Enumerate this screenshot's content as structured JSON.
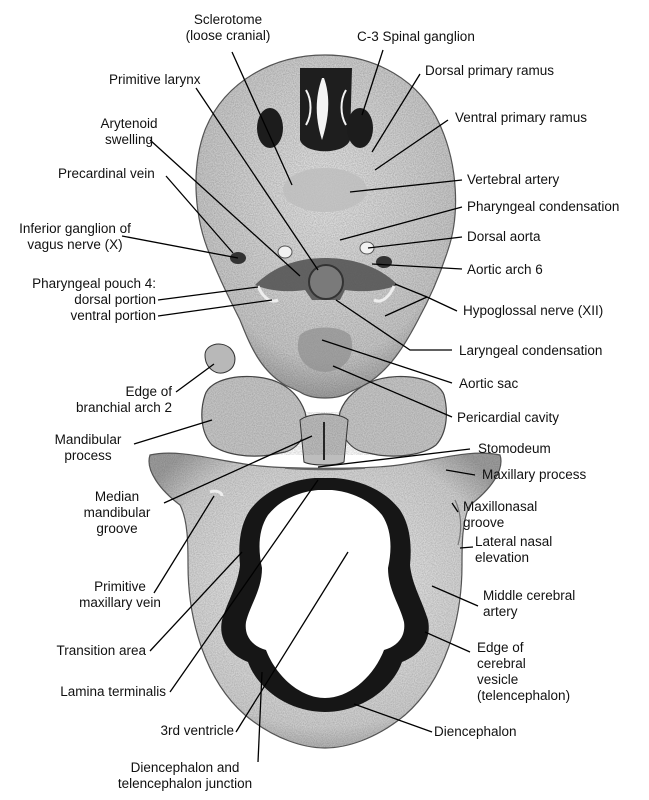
{
  "labels": {
    "sclerotome": [
      "Sclerotome",
      "(loose cranial)"
    ],
    "c3_spinal_ganglion": [
      "C-3 Spinal ganglion"
    ],
    "primitive_larynx": [
      "Primitive larynx"
    ],
    "dorsal_primary_ramus": [
      "Dorsal primary ramus"
    ],
    "arytenoid_swelling": [
      "Arytenoid",
      "swelling"
    ],
    "ventral_primary_ramus": [
      "Ventral primary ramus"
    ],
    "precardinal_vein": [
      "Precardinal vein"
    ],
    "vertebral_artery": [
      "Vertebral artery"
    ],
    "pharyngeal_condensation": [
      "Pharyngeal condensation"
    ],
    "inferior_ganglion_vagus": [
      "Inferior ganglion of",
      "vagus nerve (X)"
    ],
    "dorsal_aorta": [
      "Dorsal aorta"
    ],
    "aortic_arch_6": [
      "Aortic arch 6"
    ],
    "pharyngeal_pouch_4": [
      "Pharyngeal pouch 4:",
      "dorsal portion",
      "ventral portion"
    ],
    "hypoglossal_nerve": [
      "Hypoglossal nerve (XII)"
    ],
    "laryngeal_condensation": [
      "Laryngeal condensation"
    ],
    "aortic_sac": [
      "Aortic sac"
    ],
    "edge_branchial_arch_2": [
      "Edge of",
      "branchial arch 2"
    ],
    "pericardial_cavity": [
      "Pericardial cavity"
    ],
    "mandibular_process": [
      "Mandibular",
      "process"
    ],
    "stomodeum": [
      "Stomodeum"
    ],
    "maxillary_process": [
      "Maxillary process"
    ],
    "median_mandibular_groove": [
      "Median",
      "mandibular",
      "groove"
    ],
    "maxillonasal_groove": [
      "Maxillonasal",
      "groove"
    ],
    "lateral_nasal_elevation": [
      "Lateral nasal",
      "elevation"
    ],
    "primitive_maxillary_vein": [
      "Primitive",
      "maxillary vein"
    ],
    "middle_cerebral_artery": [
      "Middle cerebral",
      "artery"
    ],
    "transition_area": [
      "Transition area"
    ],
    "edge_cerebral_vesicle": [
      "Edge of",
      "cerebral",
      "vesicle",
      "(telencephalon)"
    ],
    "lamina_terminalis": [
      "Lamina terminalis"
    ],
    "third_ventricle": [
      "3rd ventricle"
    ],
    "diencephalon": [
      "Diencephalon"
    ],
    "dien_telen_junction": [
      "Diencephalon and",
      "telencephalon junction"
    ]
  },
  "colors": {
    "tissue_light": "#d9d9d9",
    "tissue_mid": "#9a9a9a",
    "tissue_dark": "#1a1a1a",
    "cavity": "#ffffff",
    "leader": "#000000"
  }
}
